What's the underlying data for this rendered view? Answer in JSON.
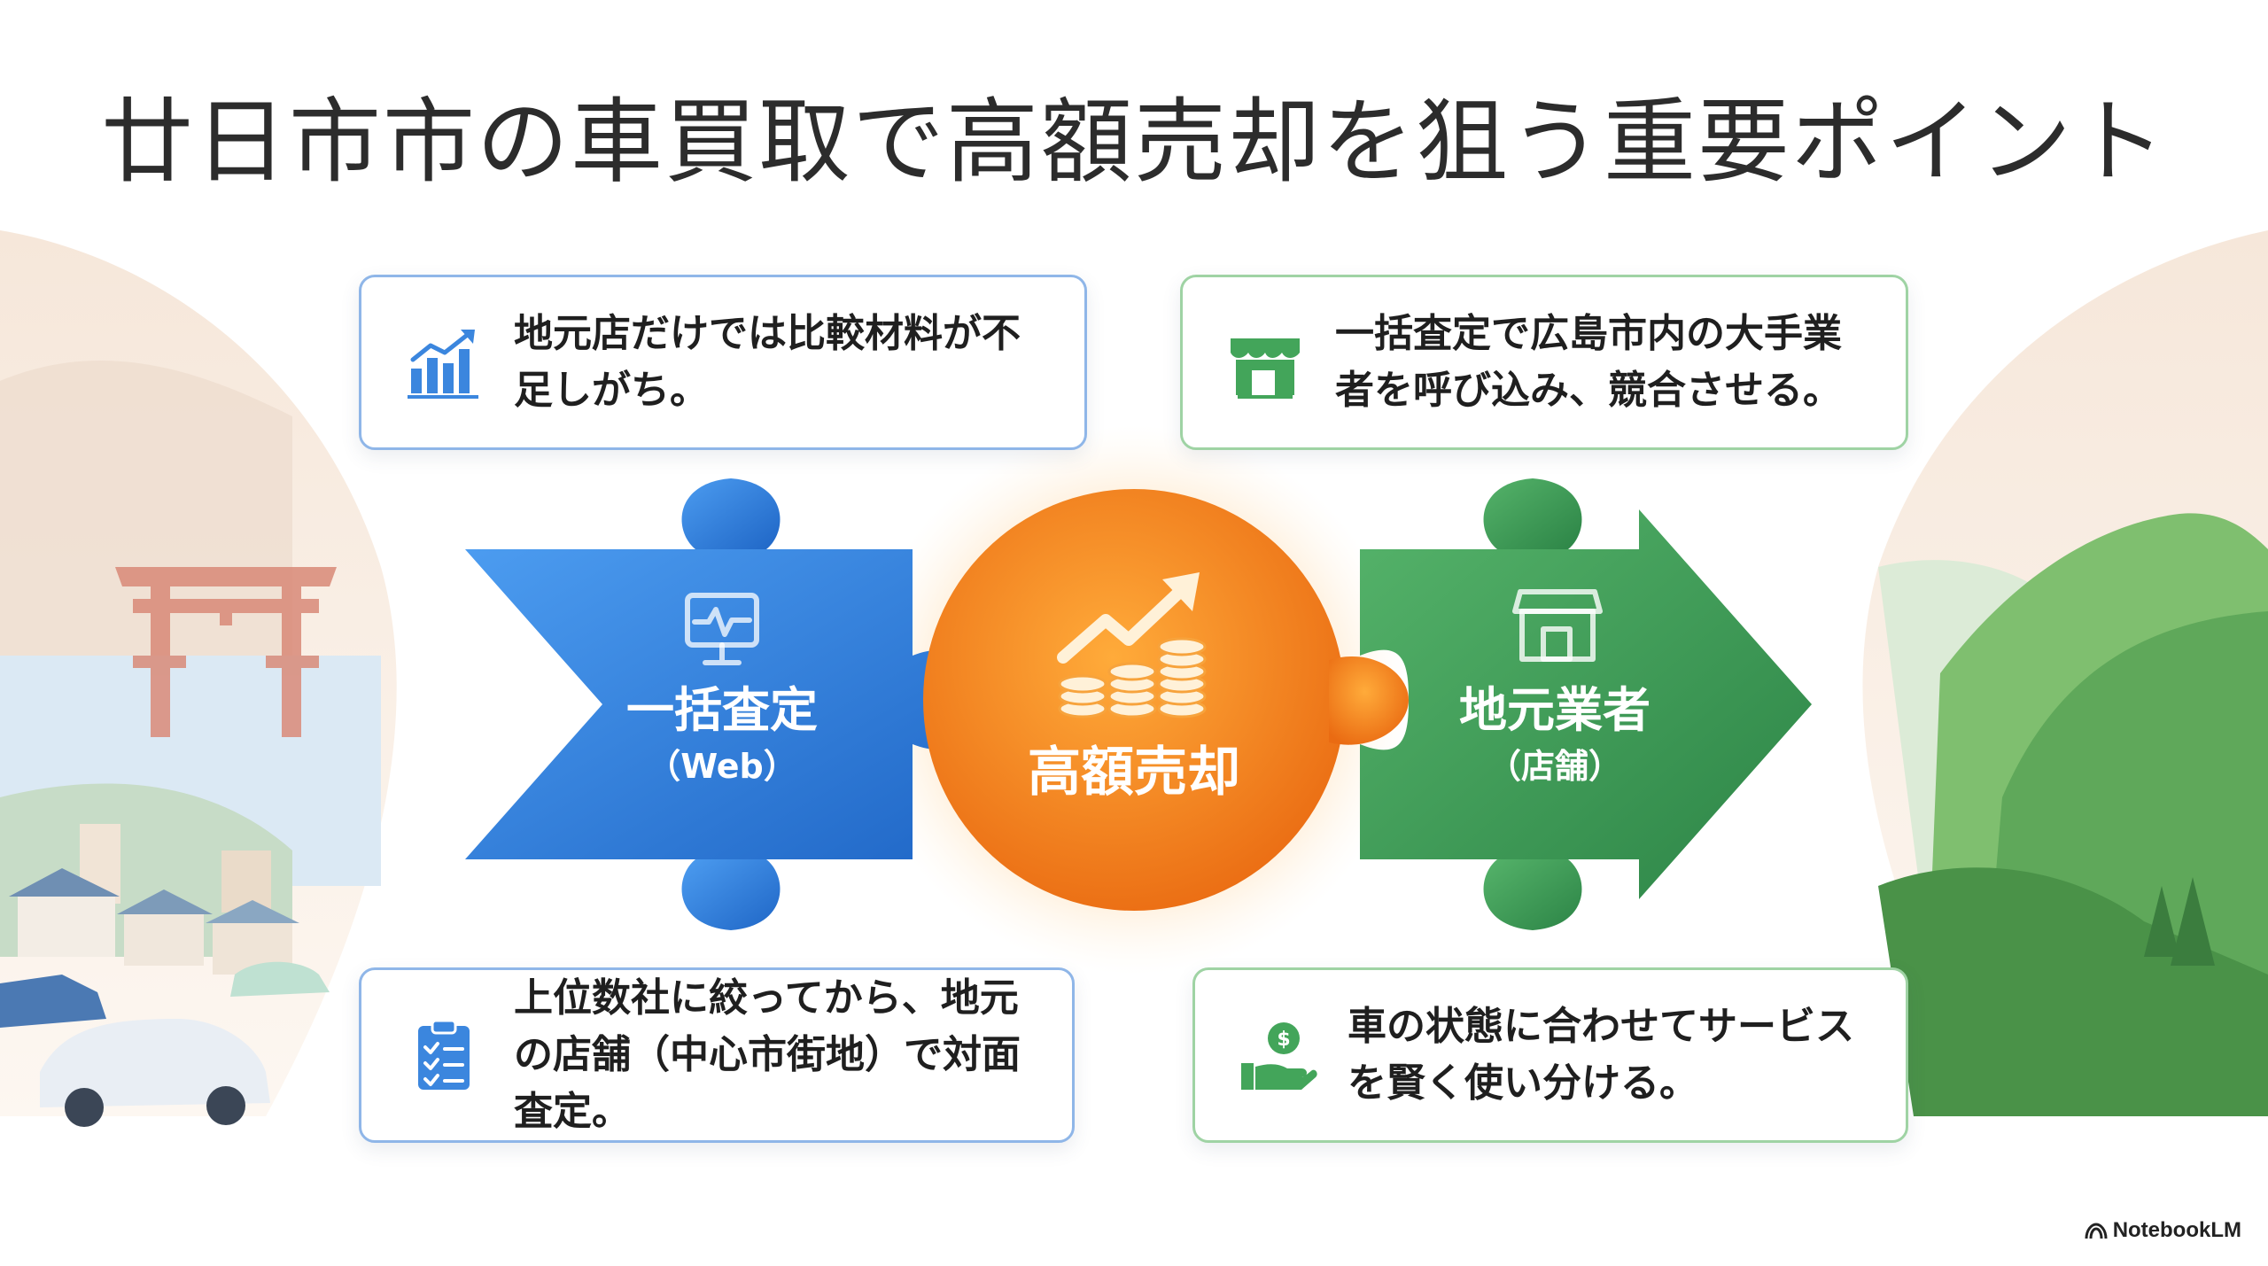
{
  "title": "廿日市市の車買取で高額売却を狙う重要ポイント",
  "cards": {
    "top_left": "地元店だけでは比較材料が不足しがち。",
    "top_right": "一括査定で広島市内の大手業者を呼び込み、競合させる。",
    "bottom_left": "上位数社に絞ってから、地元の店舗（中心市街地）で対面査定。",
    "bottom_right": "車の状態に合わせてサービスを賢く使い分ける。"
  },
  "pieces": {
    "left": {
      "label": "一括査定",
      "sub": "（Web）",
      "color": "#2f7fd8",
      "icon": "monitor-icon"
    },
    "center": {
      "label": "高額売却",
      "color": "#f3861c",
      "icon": "coins-growth-icon"
    },
    "right": {
      "label": "地元業者",
      "sub": "（店舗）",
      "color": "#3f9d57",
      "icon": "store-icon"
    }
  },
  "icons": {
    "top_left": "bar-chart-growth-icon",
    "top_right": "store-icon",
    "bottom_left": "clipboard-checklist-icon",
    "bottom_right": "hand-money-icon"
  },
  "brand": "NotebookLM"
}
